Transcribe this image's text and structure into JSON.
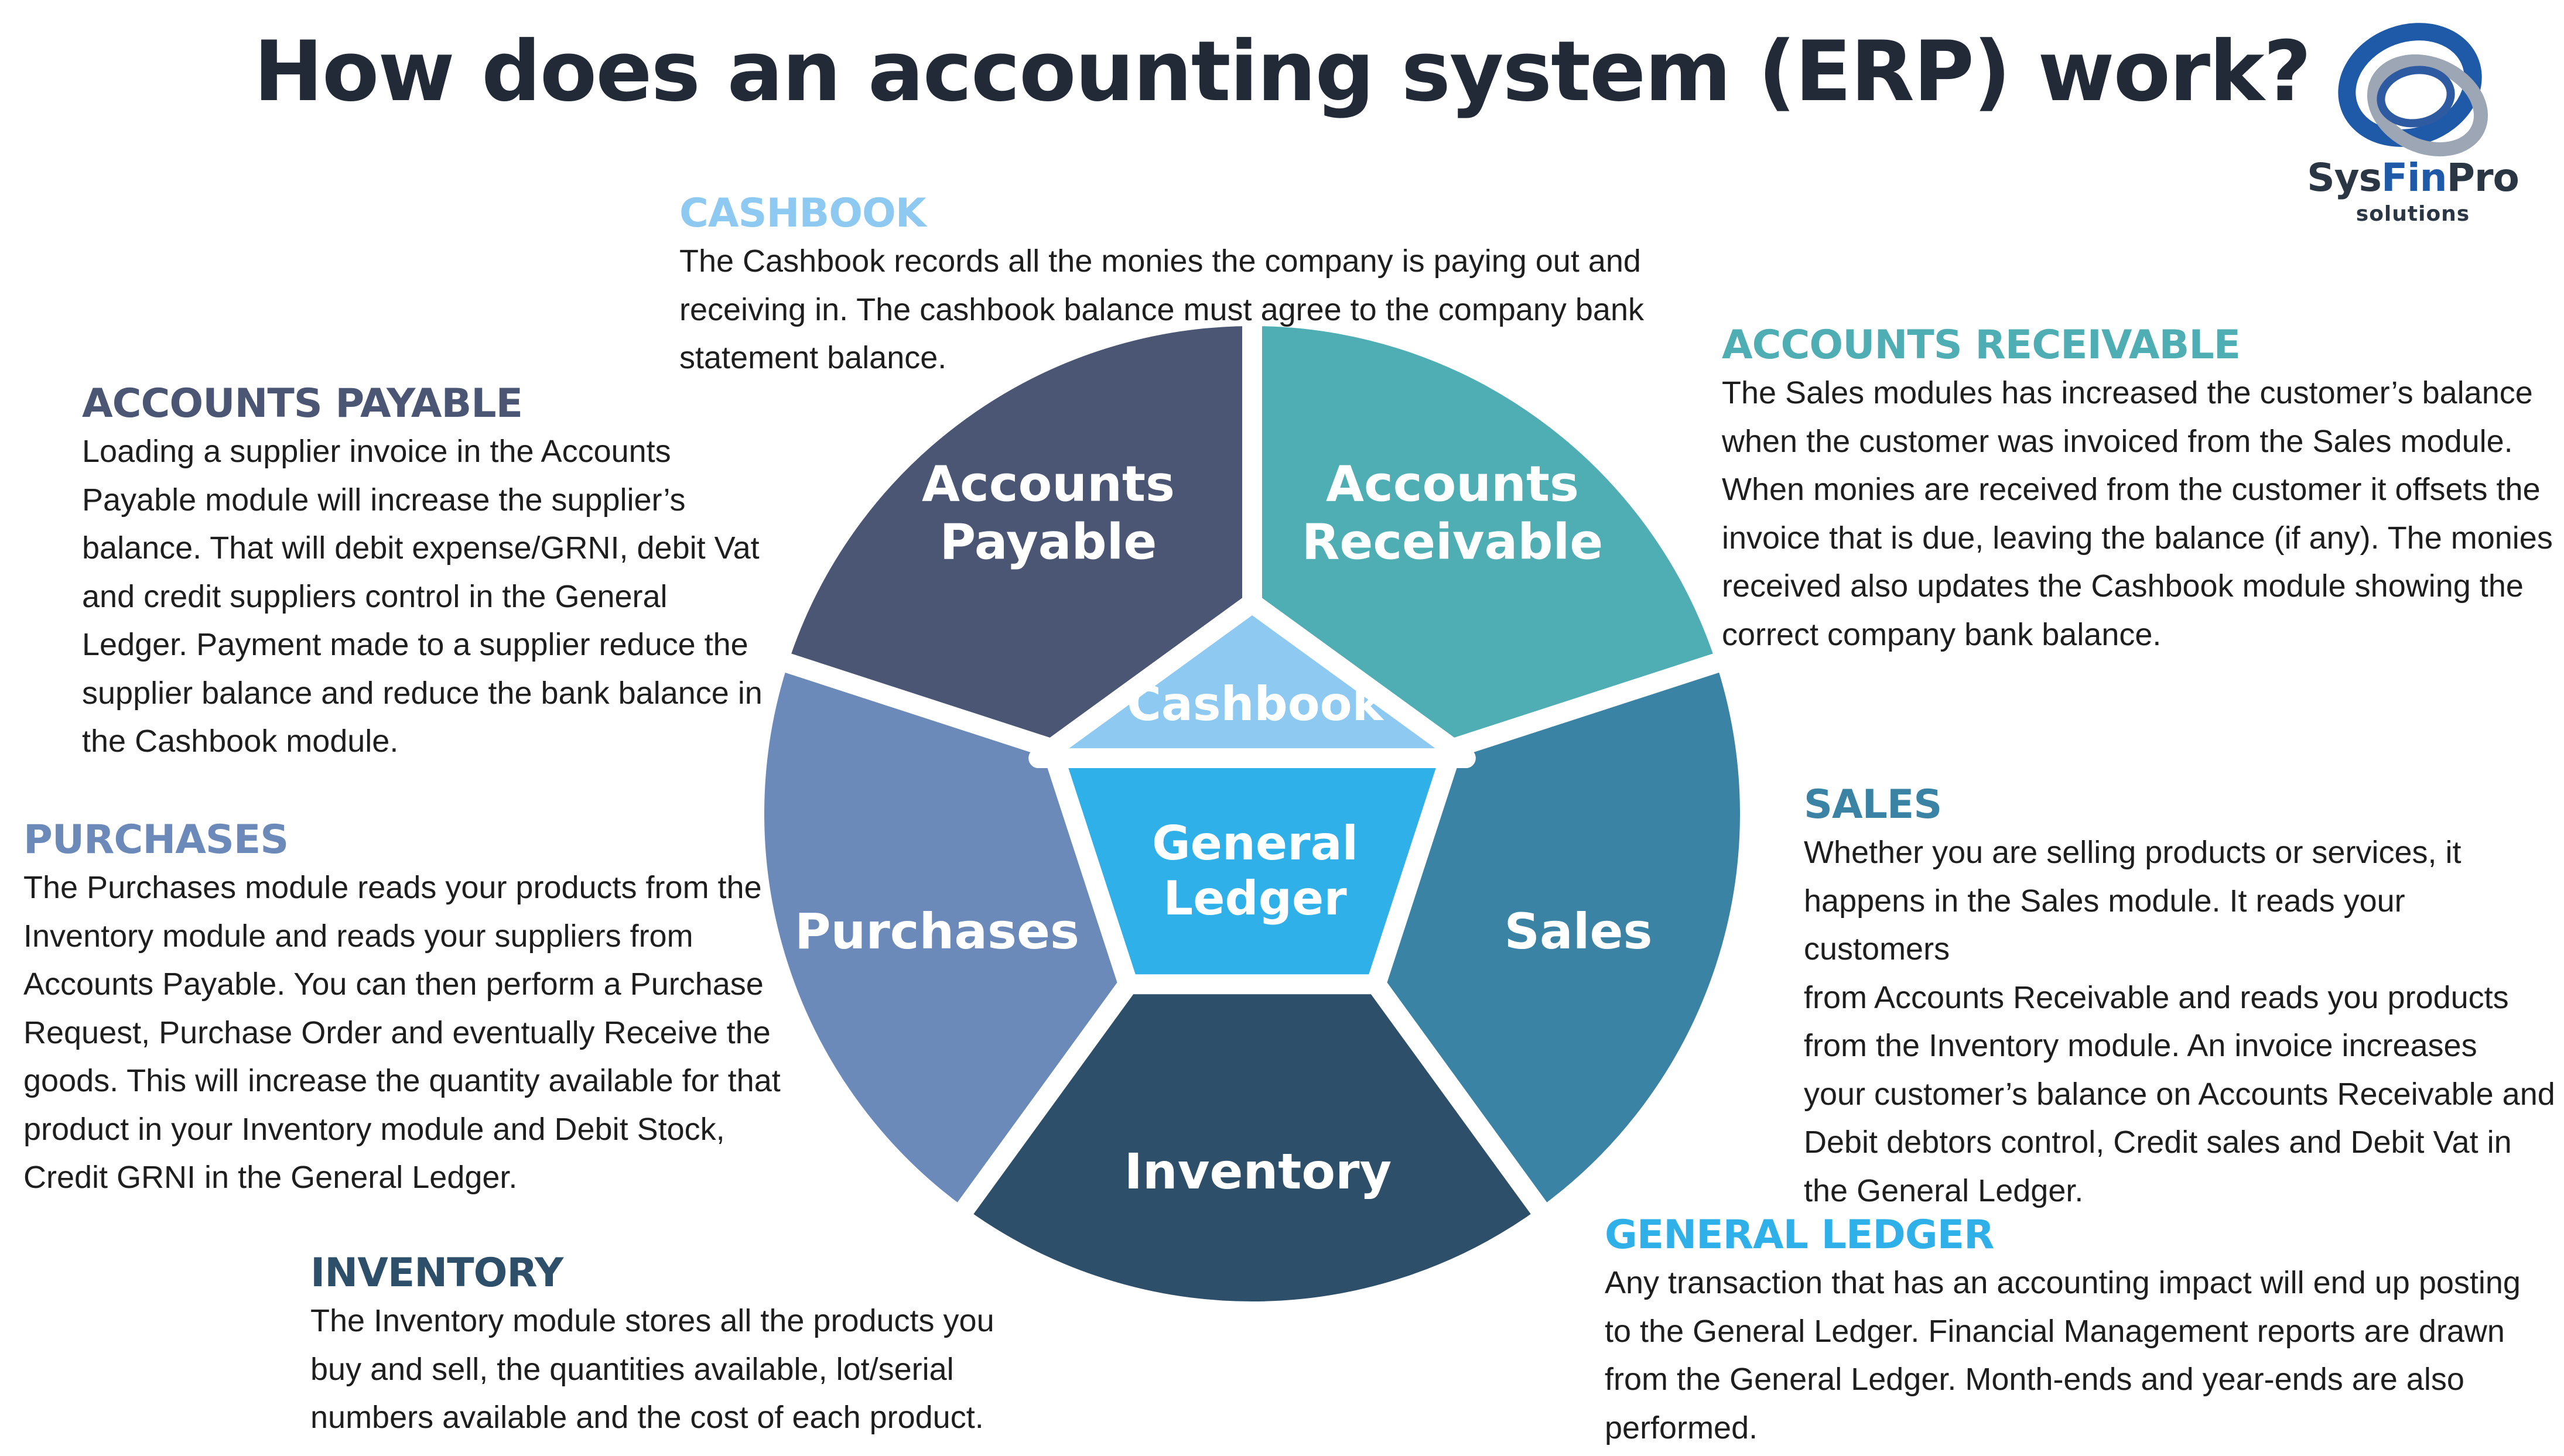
{
  "title": "How does an accounting system (ERP) work?",
  "logo": {
    "name_part1": "Sys",
    "name_part2": "Fin",
    "name_part3": "Pro",
    "tagline": "solutions",
    "icon": "swirl-logo-icon"
  },
  "colors": {
    "title": "#222a37",
    "accounts_payable": "#4a5673",
    "accounts_receivable": "#4fadb4",
    "purchases": "#6b8ab9",
    "sales": "#3b83a5",
    "inventory": "#2d4f69",
    "cashbook": "#8ec9f1",
    "general_ledger": "#2fb0e8"
  },
  "wheel": {
    "accounts_payable": [
      "Accounts",
      "Payable"
    ],
    "accounts_receivable": [
      "Accounts",
      "Receivable"
    ],
    "purchases": "Purchases",
    "sales": "Sales",
    "inventory": "Inventory",
    "cashbook": "Cashbook",
    "general_ledger": [
      "General",
      "Ledger"
    ]
  },
  "sections": {
    "cashbook": {
      "heading": "CASHBOOK",
      "lines": [
        "The Cashbook records all the monies the company is paying out and",
        "receiving in. The cashbook balance must agree to the company bank",
        "statement balance."
      ]
    },
    "accounts_payable": {
      "heading": "ACCOUNTS PAYABLE",
      "lines": [
        "Loading a supplier invoice in the Accounts",
        "Payable module will increase the supplier’s",
        "balance. That will debit expense/GRNI, debit Vat",
        "and credit suppliers control in the General",
        "Ledger. Payment made to a supplier reduce the",
        "supplier balance and reduce the bank balance in",
        "the Cashbook module."
      ]
    },
    "accounts_receivable": {
      "heading": "ACCOUNTS RECEIVABLE",
      "lines": [
        "The Sales modules has increased the customer’s balance",
        "when the customer was invoiced from the Sales module.",
        "When monies are received from the customer it offsets the",
        "invoice that is due, leaving the balance (if any). The monies",
        "received also updates the Cashbook module showing the",
        "correct company bank balance."
      ]
    },
    "purchases": {
      "heading": "PURCHASES",
      "lines": [
        "The Purchases module reads your products from the",
        "Inventory module and reads your suppliers from",
        "Accounts Payable. You can then perform a Purchase",
        "Request, Purchase Order and eventually Receive the",
        "goods. This will increase the quantity available for that",
        "product in your Inventory module and Debit Stock,",
        "Credit GRNI in the General Ledger."
      ]
    },
    "sales": {
      "heading": "SALES",
      "lines": [
        "Whether you are selling products or services, it",
        "happens in the Sales module. It reads your customers",
        "from Accounts Receivable and reads you products",
        "from the Inventory module. An invoice increases",
        "your customer’s balance on Accounts Receivable and",
        "Debit debtors control, Credit sales and Debit Vat in",
        "the General Ledger."
      ]
    },
    "inventory": {
      "heading": "INVENTORY",
      "lines": [
        "The Inventory module stores all the products you",
        "buy and sell, the quantities available, lot/serial",
        "numbers available and the cost of each product."
      ]
    },
    "general_ledger": {
      "heading": "GENERAL LEDGER",
      "lines": [
        "Any transaction that has an accounting impact will end up posting",
        "to the General Ledger. Financial Management reports are drawn",
        "from the General Ledger. Month-ends and year-ends are also",
        "performed."
      ]
    }
  }
}
